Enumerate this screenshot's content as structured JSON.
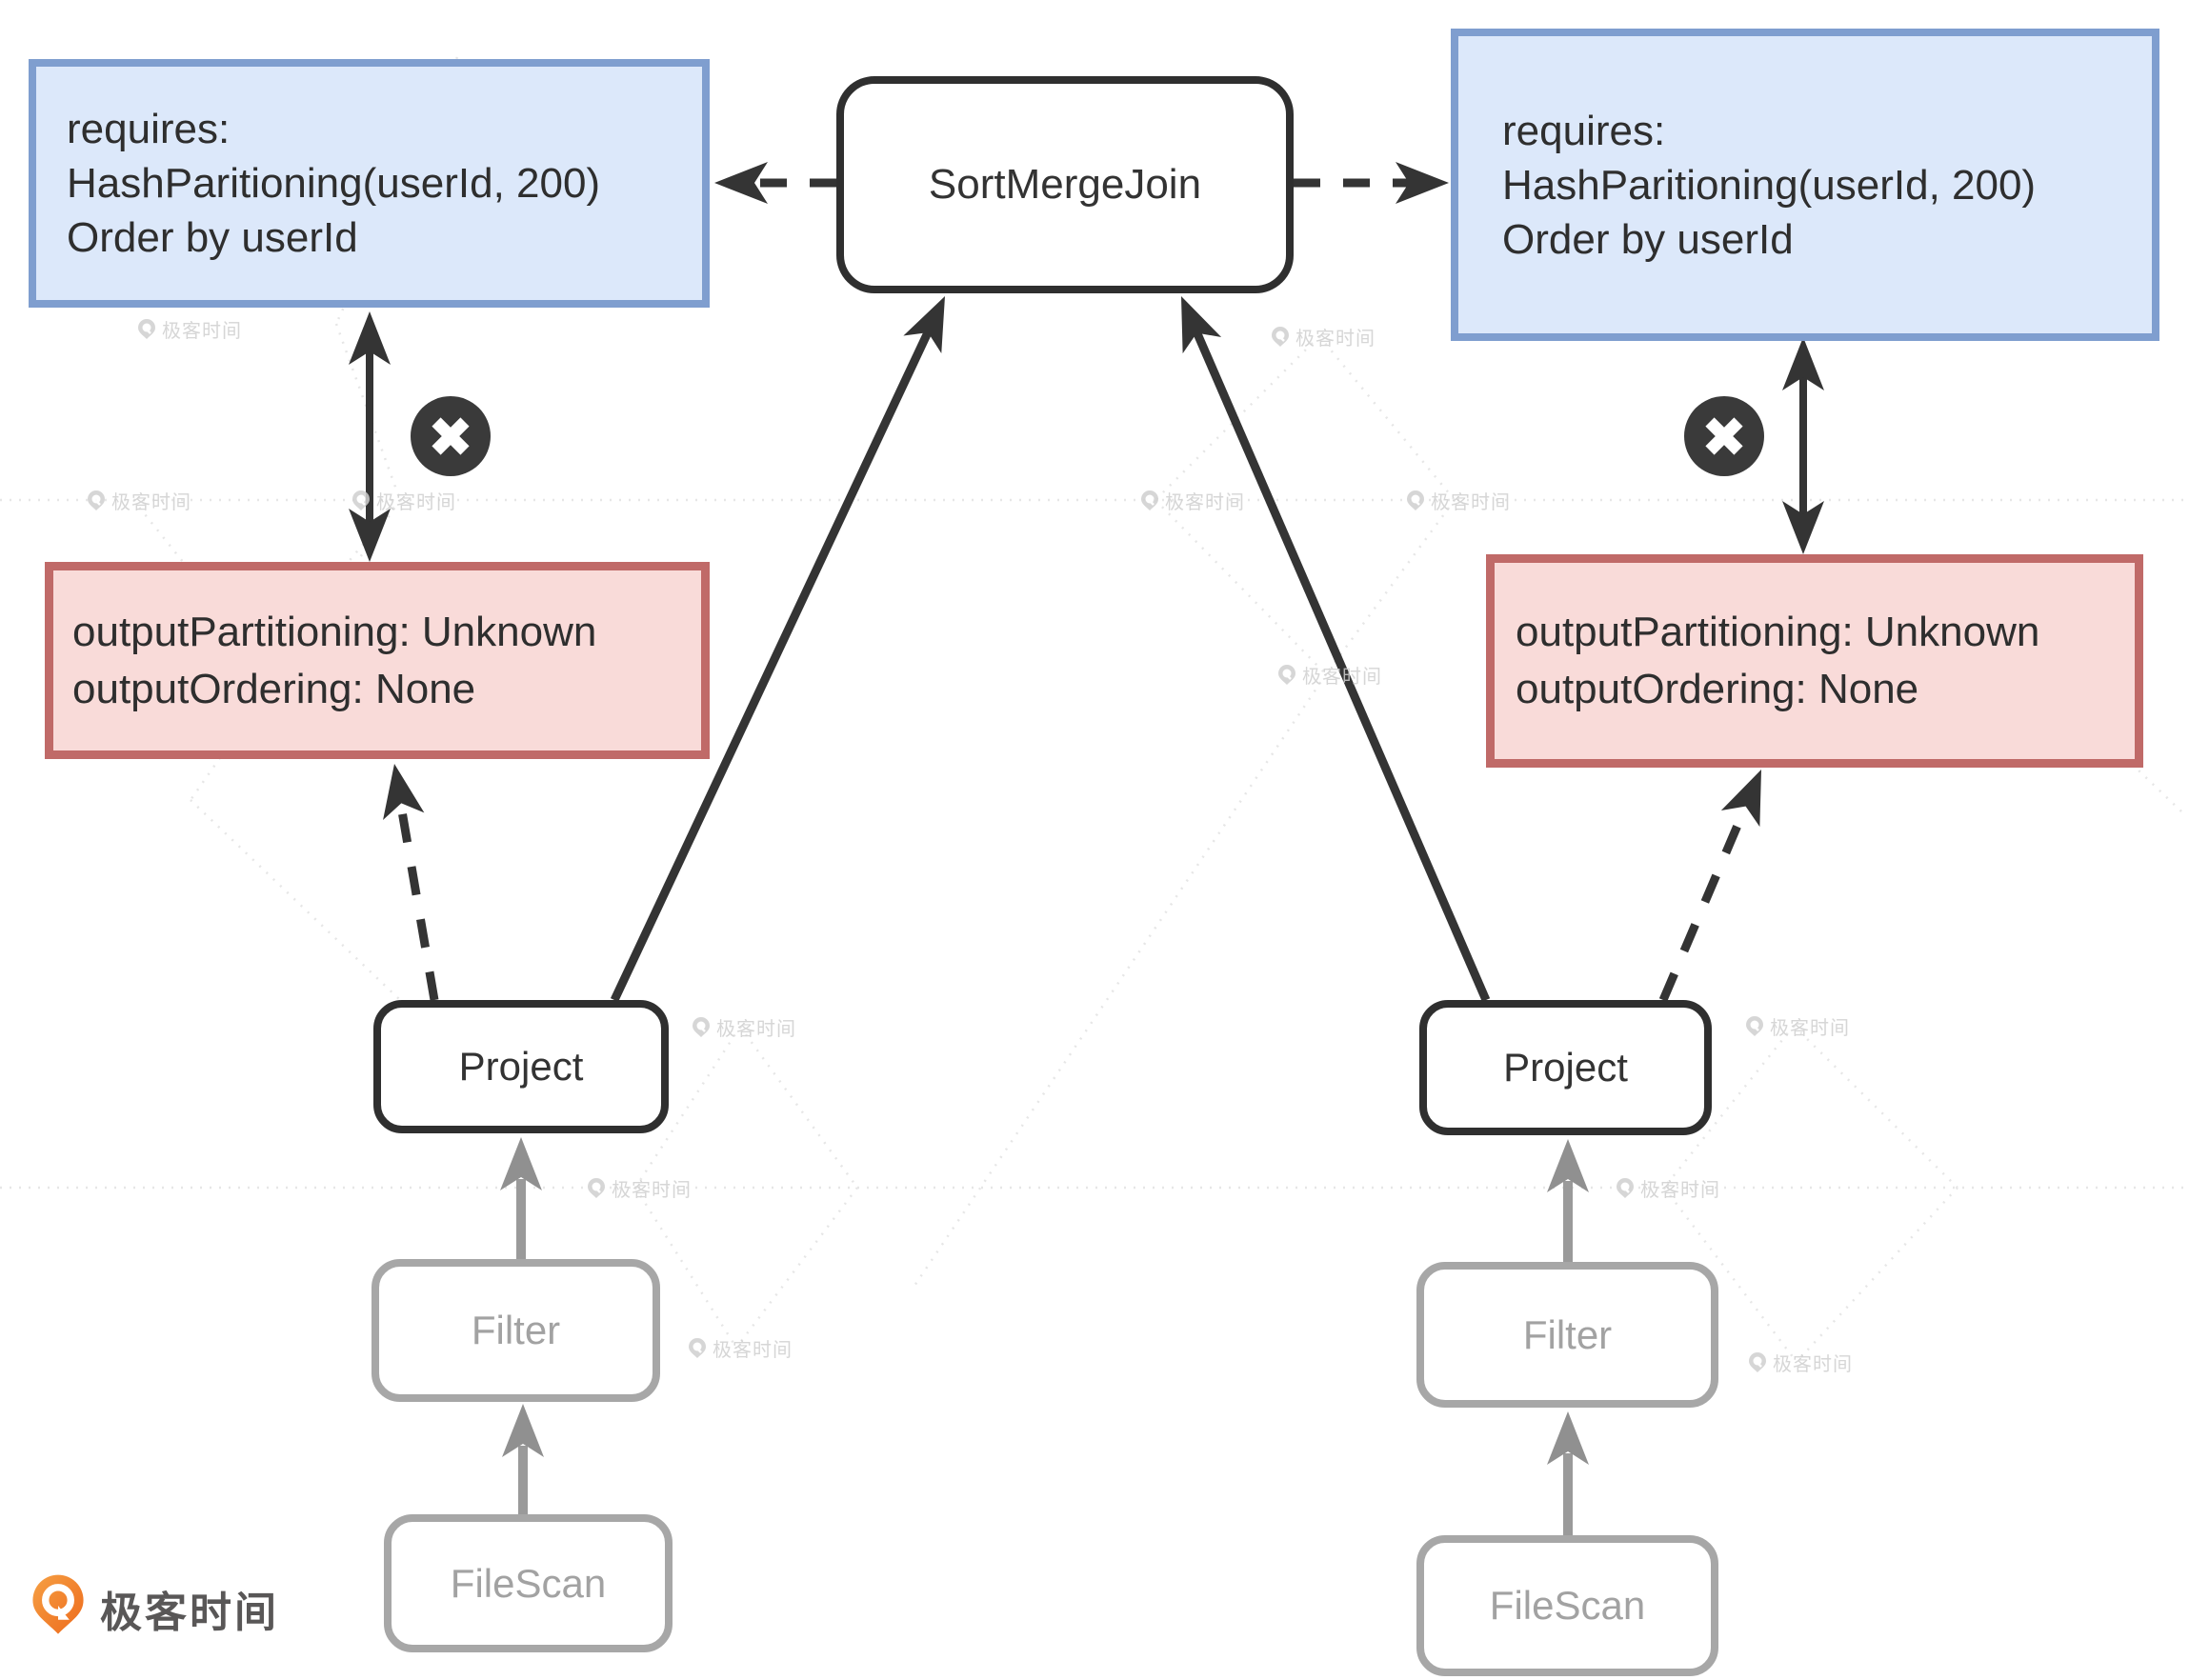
{
  "diagram": {
    "sort_merge_join": "SortMergeJoin",
    "left_requires": {
      "line1": "requires:",
      "line2": "HashParitioning(userId, 200)",
      "line3": "Order by userId"
    },
    "right_requires": {
      "line1": "requires:",
      "line2": "HashParitioning(userId, 200)",
      "line3": "Order by userId"
    },
    "left_output": {
      "line1": "outputPartitioning: Unknown",
      "line2": "outputOrdering: None"
    },
    "right_output": {
      "line1": "outputPartitioning: Unknown",
      "line2": "outputOrdering: None"
    },
    "left_project": "Project",
    "right_project": "Project",
    "left_filter": "Filter",
    "right_filter": "Filter",
    "left_filescan": "FileScan",
    "right_filescan": "FileScan"
  },
  "watermark": {
    "text": "极客时间"
  },
  "logo": {
    "text": "极客时间"
  },
  "colors": {
    "requires_fill": "#dce8fa",
    "requires_border": "#7f9ecf",
    "output_fill": "#f9dbd9",
    "output_border": "#c06a68",
    "node_border": "#2f2f2f",
    "gray_node": "#a7a7a7",
    "arrow_dark": "#343434",
    "arrow_gray": "#999999",
    "x_badge": "#3a3a3a",
    "watermark_gray": "#d0d0d0",
    "logo_orange": "#ee7424"
  }
}
